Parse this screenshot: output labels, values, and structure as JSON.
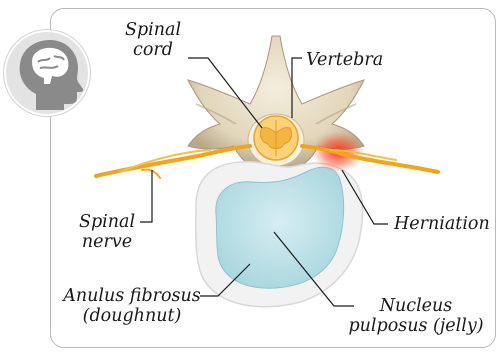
{
  "labels": {
    "spinal_cord_line1": "Spinal",
    "spinal_cord_line2": "cord",
    "vertebra": "Vertebra",
    "spinal_nerve_line1": "Spinal",
    "spinal_nerve_line2": "nerve",
    "herniation": "Herniation",
    "anulus_line1": "Anulus fibrosus",
    "anulus_line2": "(doughnut)",
    "nucleus_line1": "Nucleus",
    "nucleus_line2": "pulposus (jelly)"
  },
  "icon": "head-brain-profile-icon",
  "colors": {
    "bone": "#e6dcc4",
    "nerve": "#f2a516",
    "nucleus": "#c3e5ea",
    "anulus": "#f3f3f3",
    "herniation": "#e8322a",
    "badge": "#8a8a8a"
  }
}
